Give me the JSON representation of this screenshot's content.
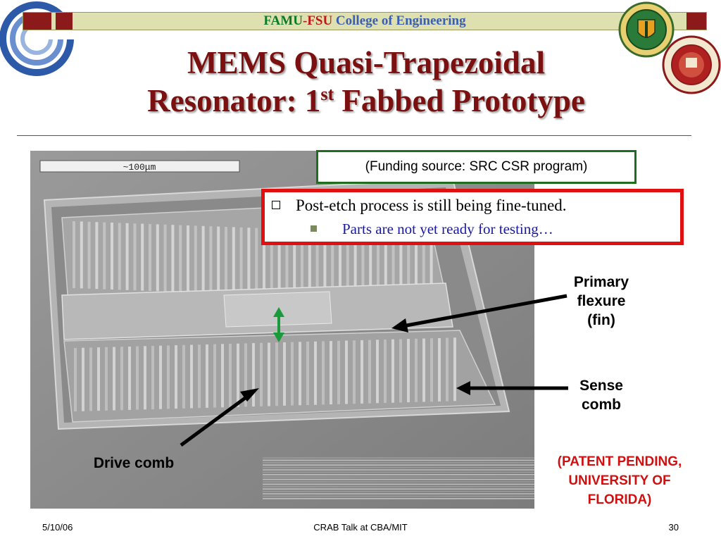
{
  "header": {
    "famu": "FAMU",
    "dash": "-",
    "fsu": "FSU",
    "college": " College of Engineering"
  },
  "title": {
    "line1": "MEMS Quasi-Trapezoidal",
    "line2_prefix": "Resonator: 1",
    "line2_sup": "st",
    "line2_suffix": " Fabbed Prototype"
  },
  "sem": {
    "scale_label": "~100μm"
  },
  "funding": "(Funding source: SRC CSR program)",
  "status": {
    "bullet1": "Post-etch process is still being fine-tuned.",
    "bullet2": "Parts are not yet ready for testing…"
  },
  "annotations": {
    "primary_line1": "Primary",
    "primary_line2": "flexure",
    "primary_line3": "(fin)",
    "sense_line1": "Sense",
    "sense_line2": "comb",
    "drive": "Drive comb",
    "patent_line1": "(PATENT PENDING,",
    "patent_line2": "UNIVERSITY OF",
    "patent_line3": "FLORIDA)"
  },
  "footer": {
    "date": "5/10/06",
    "center": "CRAB Talk at CBA/MIT",
    "page": "30"
  },
  "colors": {
    "title": "#7a1010",
    "header_band": "#dfe0b0",
    "header_dark": "#8c1a1a",
    "funding_border": "#1f6e1f",
    "status_border": "#e01010",
    "patent_text": "#d01010",
    "sub_bullet_text": "#1a1aa0"
  }
}
